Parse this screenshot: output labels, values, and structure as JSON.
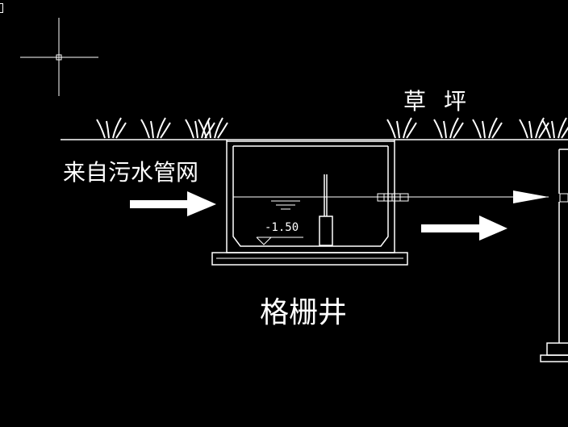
{
  "labels": {
    "source": "来自污水管网",
    "lawn": "草坪",
    "well": "格栅井",
    "water_level": "-1.50"
  },
  "colors": {
    "background": "#000000",
    "lines": "#ffffff"
  },
  "icons": {
    "cursor": "crosshair-icon",
    "flow_in": "arrow-right-icon",
    "flow_out": "arrow-right-icon",
    "level_marker": "water-level-icon",
    "elevation_marker": "elevation-triangle-icon",
    "grass": "grass-tuft-icon"
  }
}
